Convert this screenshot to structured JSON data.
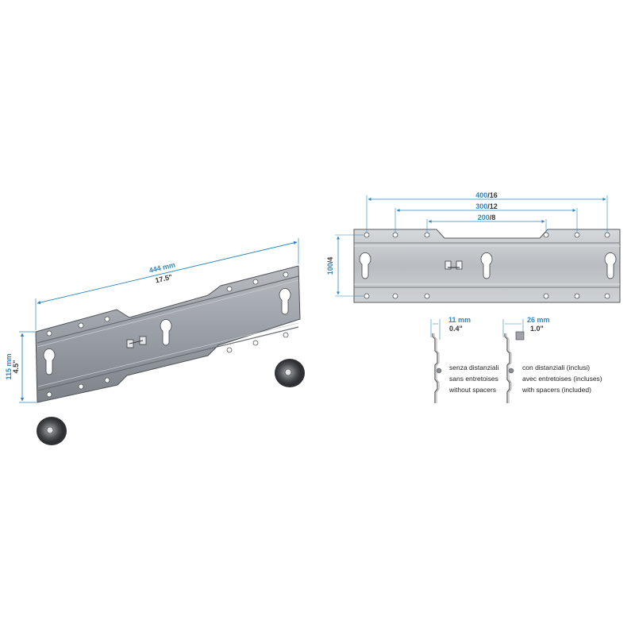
{
  "colors": {
    "accent": "#2e86c1",
    "plate": "#9a9fa5",
    "plate_dark": "#5d6268",
    "text": "#222222"
  },
  "perspective_view": {
    "width_mm": "444 mm",
    "width_in": "17.5\"",
    "height_mm": "115 mm",
    "height_in": "4.5\""
  },
  "front_view": {
    "spacing_400": {
      "mm": "400",
      "in": "16"
    },
    "spacing_300": {
      "mm": "300",
      "in": "12"
    },
    "spacing_200": {
      "mm": "200",
      "in": "8"
    },
    "height": {
      "mm": "100",
      "in": "4"
    },
    "separator": "/"
  },
  "profiles": {
    "without_spacers": {
      "depth_mm": "11 mm",
      "depth_in": "0.4\"",
      "lines": [
        "senza distanziali",
        "sans entretoises",
        "without spacers"
      ]
    },
    "with_spacers": {
      "depth_mm": "26 mm",
      "depth_in": "1.0\"",
      "lines": [
        "con distanziali (inclusi)",
        "avec entretoises (incluses)",
        "with spacers (included)"
      ]
    }
  }
}
